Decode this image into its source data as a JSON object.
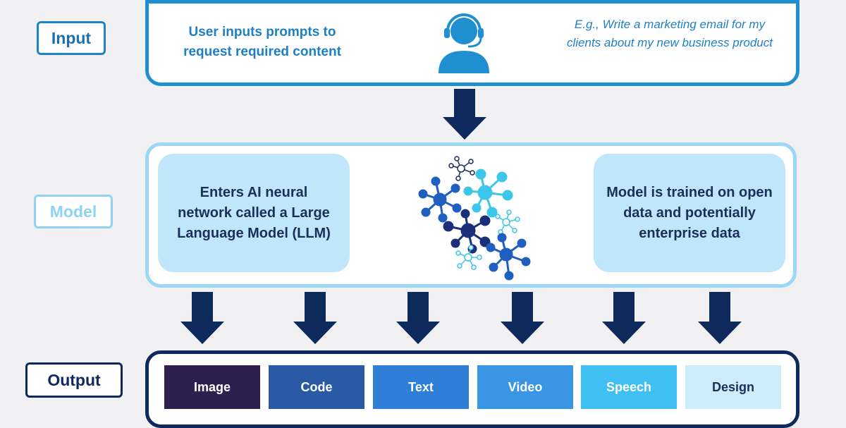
{
  "labels": {
    "input": "Input",
    "model": "Model",
    "output": "Output"
  },
  "input_section": {
    "description": "User inputs prompts to request required content",
    "example": "E.g., Write a marketing email for my clients about my new business product",
    "icon": "user-headset-icon"
  },
  "model_section": {
    "left_text": "Enters AI neural network called a Large Language Model (LLM)",
    "right_text": "Model is trained on open data and potentially enterprise data",
    "icon": "neural-network-icon"
  },
  "outputs": [
    {
      "label": "Image",
      "bg": "#2e1f4f",
      "fg": "#ffffff"
    },
    {
      "label": "Code",
      "bg": "#2a5aa6",
      "fg": "#ffffff"
    },
    {
      "label": "Text",
      "bg": "#2f7ed8",
      "fg": "#ffffff"
    },
    {
      "label": "Video",
      "bg": "#3a95e4",
      "fg": "#ffffff"
    },
    {
      "label": "Speech",
      "bg": "#40c0f2",
      "fg": "#ffffff"
    },
    {
      "label": "Design",
      "bg": "#cdedfc",
      "fg": "#1a2f5a"
    }
  ],
  "colors": {
    "arrow": "#0e2a5c",
    "input_accent": "#1f8fd0",
    "model_accent": "#9ad8f6",
    "output_accent": "#0e2a5c"
  }
}
